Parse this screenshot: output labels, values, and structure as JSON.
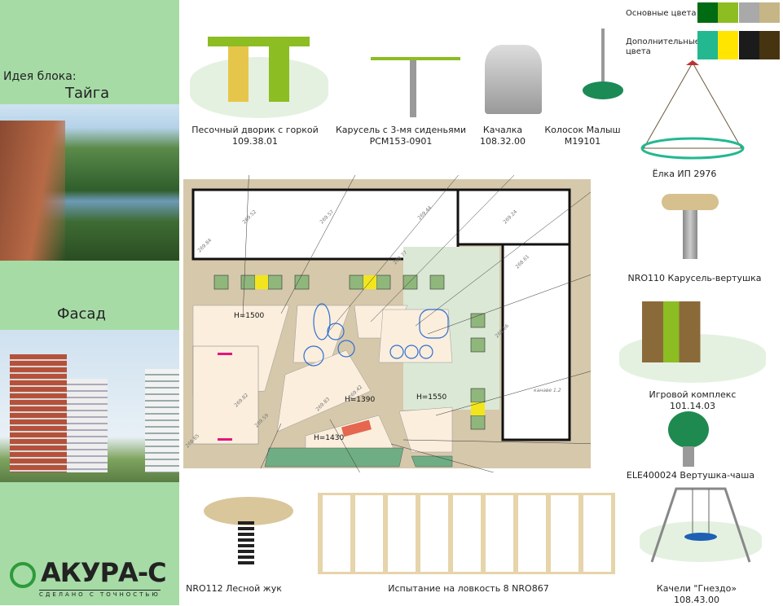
{
  "left_panel": {
    "idea_label": "Идея блока:",
    "idea_value": "Тайга",
    "facade_label": "Фасад"
  },
  "logo": {
    "name": "АКУРА-С",
    "tagline": "СДЕЛАНО С ТОЧНОСТЬЮ"
  },
  "palette": {
    "main_label": "Основные цвета",
    "extra_label": "Дополнительные цвета",
    "main_colors": [
      "#006b12",
      "#8cbd22",
      "#a9a9a9",
      "#c6b586"
    ],
    "extra_colors": [
      "#23b890",
      "#ffe500",
      "#1b1b1b",
      "#46330f"
    ]
  },
  "equipment": [
    {
      "name": "Песочный дворик с горкой",
      "code": "109.38.01"
    },
    {
      "name": "Карусель с 3-мя сиденьями",
      "code": "РСМ153-0901"
    },
    {
      "name": "Качалка",
      "code": "108.32.00"
    },
    {
      "name": "Колосок Малыш",
      "code": "М19101"
    },
    {
      "name": "Ёлка ИП 2976",
      "code": ""
    },
    {
      "name": "NRO110 Карусель-вертушка",
      "code": ""
    },
    {
      "name": "Игровой комплекс",
      "code": "101.14.03"
    },
    {
      "name": "ELE400024 Вертушка-чаша",
      "code": ""
    },
    {
      "name": "Качели \"Гнездо»",
      "code": "108.43.00"
    },
    {
      "name": "Испытание на ловкость 8 NRO867",
      "code": ""
    },
    {
      "name": "NRO112 Лесной жук",
      "code": ""
    }
  ],
  "plan": {
    "elevations": [
      "269.52",
      "269.57",
      "269.44",
      "269.24",
      "269.84",
      "269.77",
      "268.61",
      "268.66",
      "269.82",
      "269.59",
      "269.83",
      "269.42",
      "268.65"
    ],
    "heights": [
      "H=1500",
      "H=1390",
      "H=1550",
      "H=1430"
    ],
    "channel_label": "канаве 1.2"
  }
}
